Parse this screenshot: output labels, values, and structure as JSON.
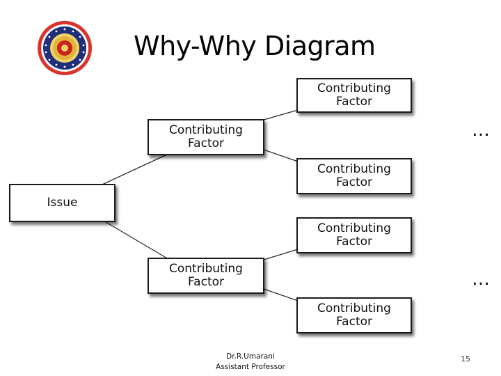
{
  "slide": {
    "title": "Why-Why Diagram",
    "page_number": "15"
  },
  "diagram": {
    "root": {
      "label": "Issue"
    },
    "level1": [
      {
        "label": "Contributing\nFactor"
      },
      {
        "label": "Contributing\nFactor"
      }
    ],
    "level2": [
      {
        "label": "Contributing\nFactor"
      },
      {
        "label": "Contributing\nFactor"
      },
      {
        "label": "Contributing\nFactor"
      },
      {
        "label": "Contributing\nFactor"
      }
    ],
    "continuation_marks": [
      "…",
      "…"
    ]
  },
  "footer": {
    "name": "Dr.R.Umarani",
    "role": "Assistant Professor"
  },
  "logo": {
    "icon": "institute-seal-icon",
    "colors": {
      "ring": "#1f2f7a",
      "accent": "#c8241c",
      "gold": "#e2b43a"
    }
  }
}
